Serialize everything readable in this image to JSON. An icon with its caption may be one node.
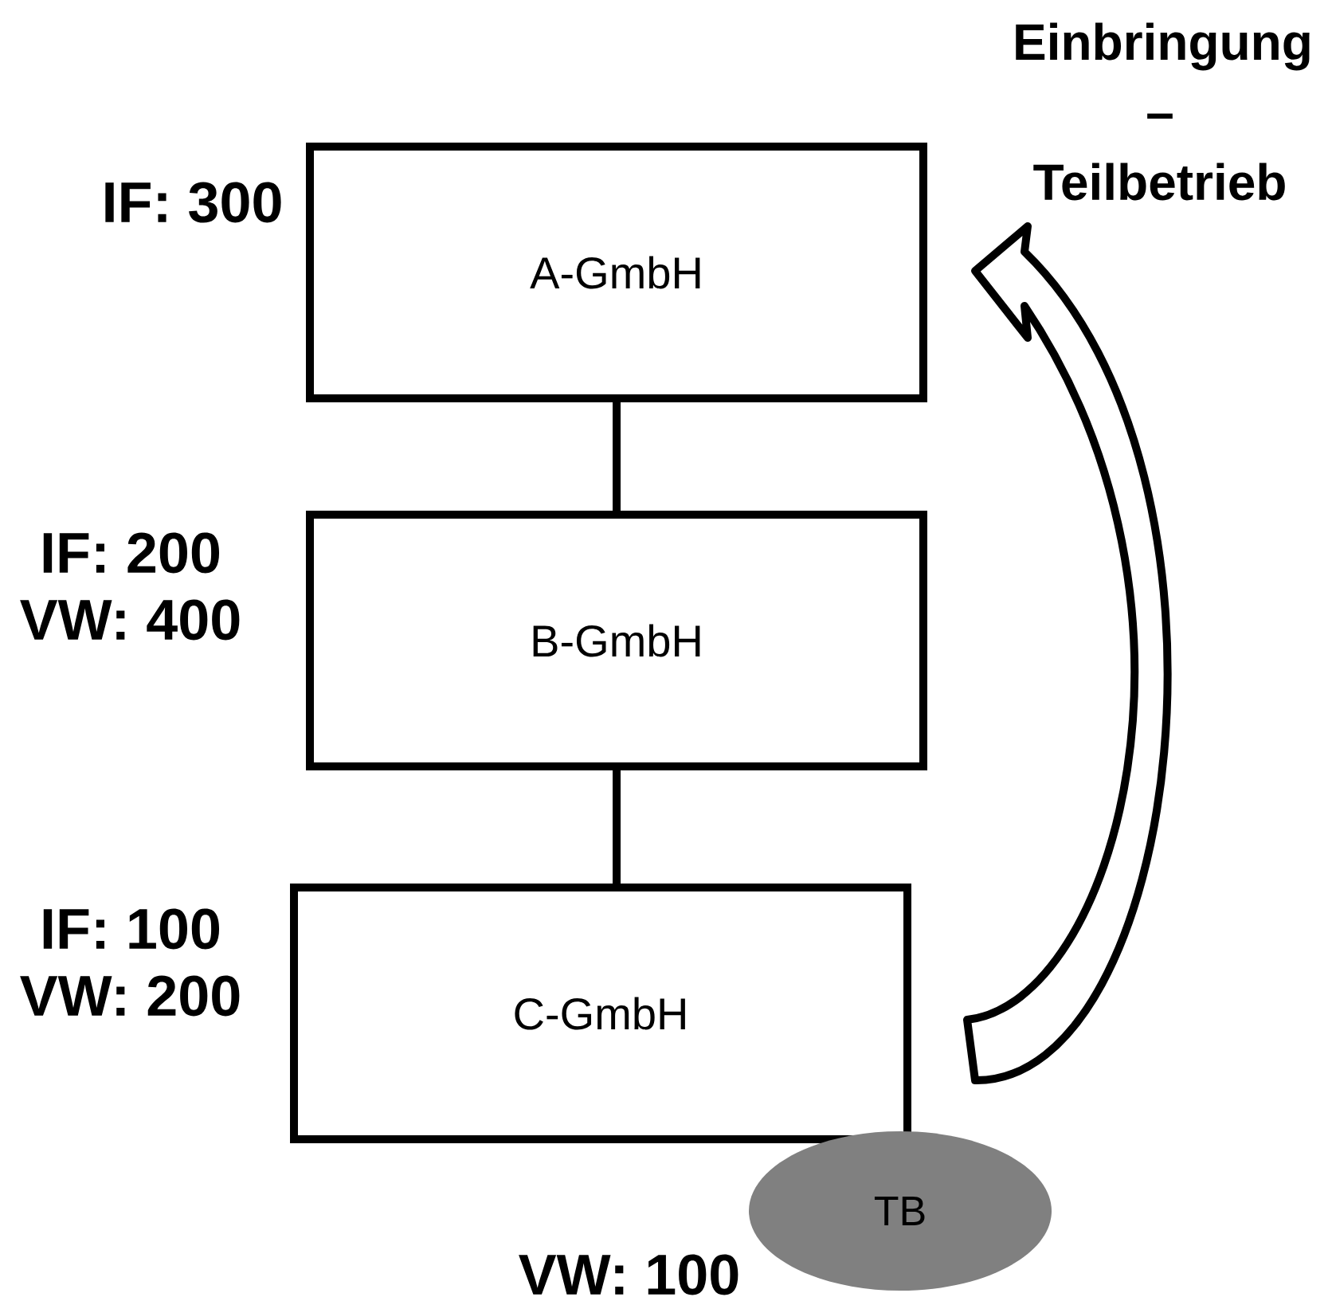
{
  "diagram": {
    "nodes": [
      {
        "text": [
          "A-GmbH"
        ],
        "beside": [
          "IF: 300"
        ]
      },
      {
        "text": [
          "B-GmbH"
        ],
        "beside": [
          "IF: 200",
          "VW: 400"
        ]
      },
      {
        "text": [
          "C-GmbH"
        ],
        "beside": [
          "IF: 100",
          "VW: 200"
        ]
      },
      {
        "text": [
          "TB"
        ],
        "beside": [
          "VW: 100"
        ]
      }
    ],
    "edges": [
      {
        "from": 0,
        "to": 1,
        "arrow": "none"
      },
      {
        "from": 1,
        "to": 2,
        "arrow": "none"
      },
      {
        "from": 2,
        "to": 0,
        "arrow": "to"
      }
    ],
    "labels": [
      "Einbringung – Teilbetrieb"
    ]
  }
}
